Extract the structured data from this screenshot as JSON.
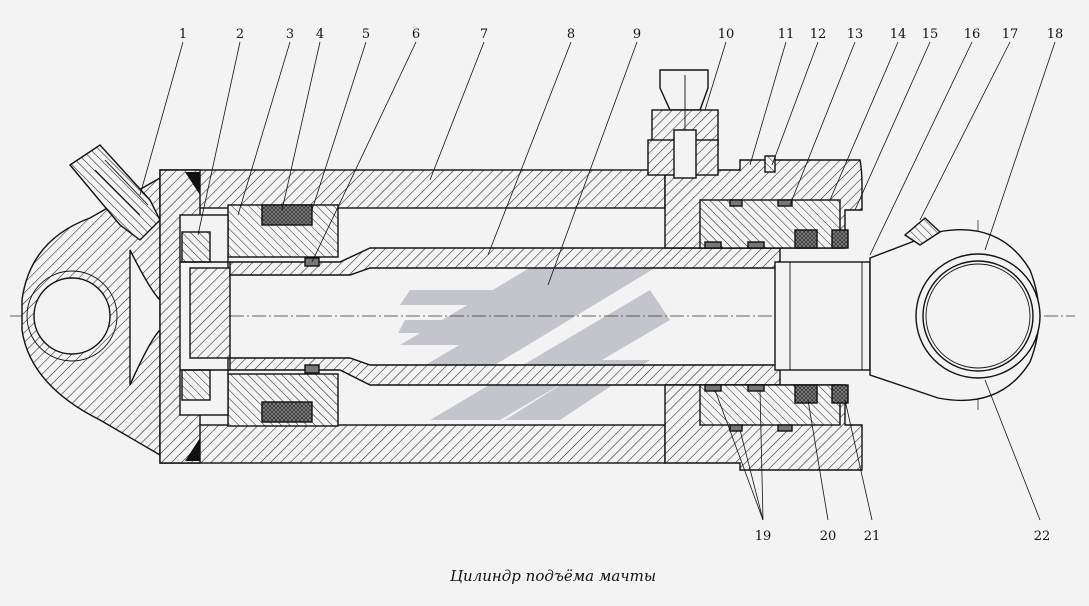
{
  "caption": "Цилиндр подъёма мачты",
  "callouts": [
    "1",
    "2",
    "3",
    "4",
    "5",
    "6",
    "7",
    "8",
    "9",
    "10",
    "11",
    "12",
    "13",
    "14",
    "15",
    "16",
    "17",
    "18",
    "19",
    "20",
    "21",
    "22"
  ],
  "colors": {
    "background": "#f3f3f3",
    "line": "#111111",
    "seal": "#777777",
    "watermark": "#b9b9c4"
  }
}
